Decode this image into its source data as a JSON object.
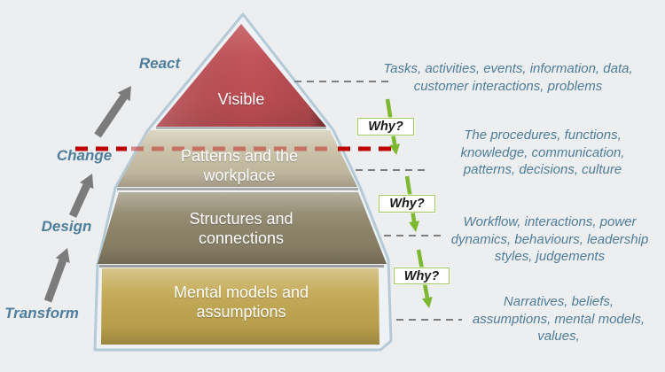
{
  "background_color": "#edeef0",
  "pyramid": {
    "outline_color": "#b5cad7",
    "layers": [
      {
        "id": "visible",
        "label": "Visible",
        "color": "#c04f55"
      },
      {
        "id": "patterns",
        "label": "Patterns and the\nworkplace",
        "color": "#c9c0a6"
      },
      {
        "id": "structures",
        "label": "Structures and\nconnections",
        "color": "#8d8469"
      },
      {
        "id": "mental",
        "label": "Mental models and\nassumptions",
        "color": "#c2a750"
      }
    ]
  },
  "left_flow": {
    "label_color": "#4e7e9c",
    "arrow_color": "#7b7b7b",
    "labels": [
      {
        "label": "React"
      },
      {
        "label": "Change"
      },
      {
        "label": "Design"
      },
      {
        "label": "Transform"
      }
    ]
  },
  "change_line_color": "#c00000",
  "dashed_line_color": "#7f7f7f",
  "why_arrow_color": "#7cb82f",
  "why_boxes": [
    {
      "label": "Why?"
    },
    {
      "label": "Why?"
    },
    {
      "label": "Why?"
    }
  ],
  "notes": [
    {
      "text": "Tasks, activities, events, information, data,\ncustomer interactions, problems"
    },
    {
      "text": "The procedures, functions,\nknowledge, communication,\npatterns, decisions, culture"
    },
    {
      "text": "Workflow, interactions, power\ndynamics, behaviours, leadership\nstyles, judgements"
    },
    {
      "text": "Narratives, beliefs,\nassumptions, mental models,\nvalues,"
    }
  ]
}
